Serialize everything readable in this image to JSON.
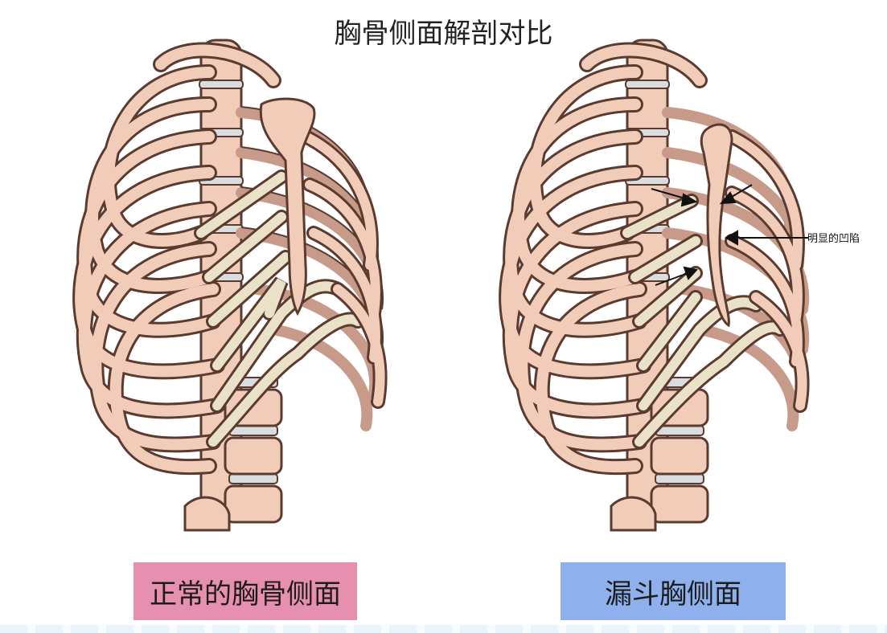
{
  "title": "胸骨侧面解剖对比",
  "panels": [
    {
      "caption": "正常的胸骨侧面",
      "caption_color": "#e68faf"
    },
    {
      "caption": "漏斗胸侧面",
      "caption_color": "#8eb1ee"
    }
  ],
  "annotation": {
    "label": "明显的凹陷"
  },
  "colors": {
    "bone": "#f1cdb9",
    "bone_outline": "#5b3a30",
    "cartilage": "#e9e2c8",
    "disc": "#d9dde0",
    "rib_back": "#c89a8a"
  }
}
